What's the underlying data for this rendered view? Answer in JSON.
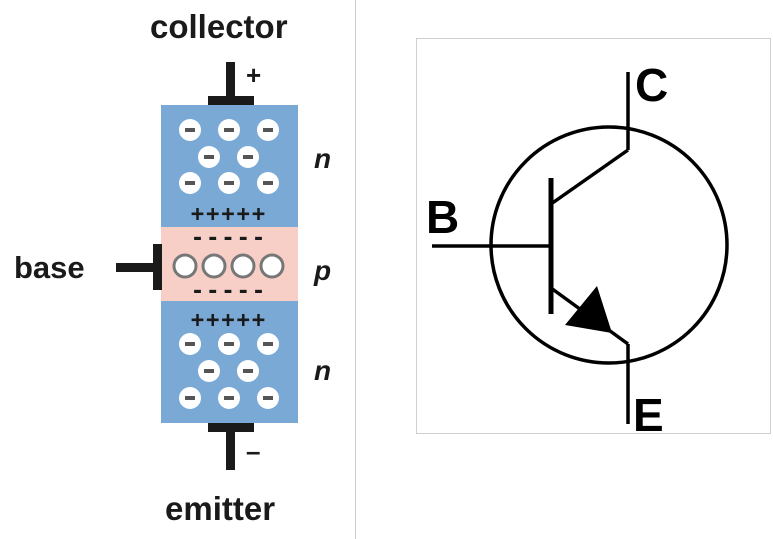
{
  "left_diagram": {
    "collector_label": "collector",
    "base_label": "base",
    "emitter_label": "emitter",
    "collector_sign": "+",
    "emitter_sign": "–",
    "regions": [
      {
        "name": "n",
        "color": "#7aa9d6",
        "carrier": "electron",
        "carrier_glyph": "–"
      },
      {
        "name": "p",
        "color": "#f7cfc6",
        "carrier": "hole",
        "carrier_glyph": "○"
      },
      {
        "name": "n",
        "color": "#7aa9d6",
        "carrier": "electron",
        "carrier_glyph": "–"
      }
    ],
    "junction_plus_row": "+++++",
    "junction_minus_row": "-----"
  },
  "right_symbol": {
    "base_letter": "B",
    "collector_letter": "C",
    "emitter_letter": "E",
    "type": "NPN transistor symbol"
  },
  "colors": {
    "n_region": "#7aa9d6",
    "p_region": "#f7cfc6",
    "ink": "#1a1a1a"
  }
}
